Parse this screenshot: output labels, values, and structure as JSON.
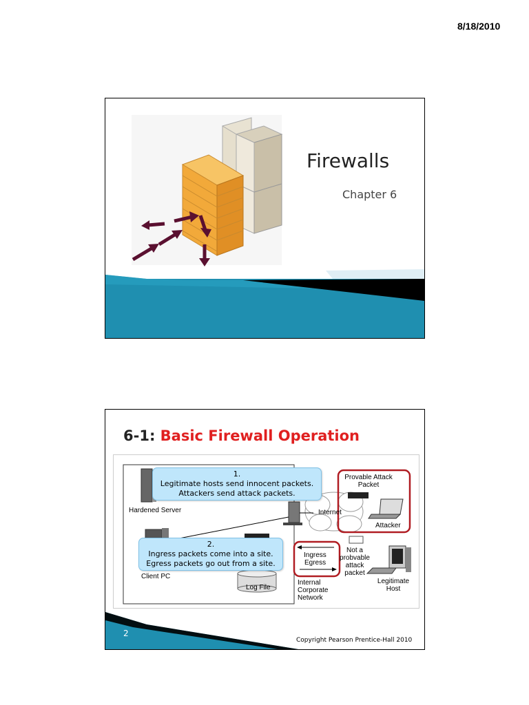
{
  "header": {
    "date": "8/18/2010"
  },
  "slide1": {
    "title": "Firewalls",
    "subtitle": "Chapter 6"
  },
  "slide2": {
    "title_prefix": "6-1: ",
    "title_main": "Basic Firewall Operation",
    "page_number": "2",
    "copyright": "Copyright Pearson Prentice-Hall 2010",
    "diagram": {
      "hardened_server": "Hardened Server",
      "client_pc": "Client PC",
      "log_file": "Log File",
      "internet": "Internet",
      "provable_attack_packet": [
        "Provable Attack",
        "Packet"
      ],
      "attacker": "Attacker",
      "ingress": "Ingress",
      "egress": "Egress",
      "not_attack": [
        "Not a",
        "probvable",
        "attack",
        "packet"
      ],
      "internal_network": [
        "Internal",
        "Corporate",
        "Network"
      ],
      "legitimate_host": [
        "Legitimate",
        "Host"
      ]
    },
    "callout1": [
      "1.",
      "Legitimate hosts send innocent packets.",
      "Attackers send attack packets."
    ],
    "callout2": [
      "2.",
      "Ingress packets come into a site.",
      "Egress packets go out from a site."
    ]
  },
  "colors": {
    "teal": "#1f8fb0",
    "title_red": "#e02020",
    "callout_bg": "#bfe6fb",
    "arrow": "#5a1030"
  }
}
